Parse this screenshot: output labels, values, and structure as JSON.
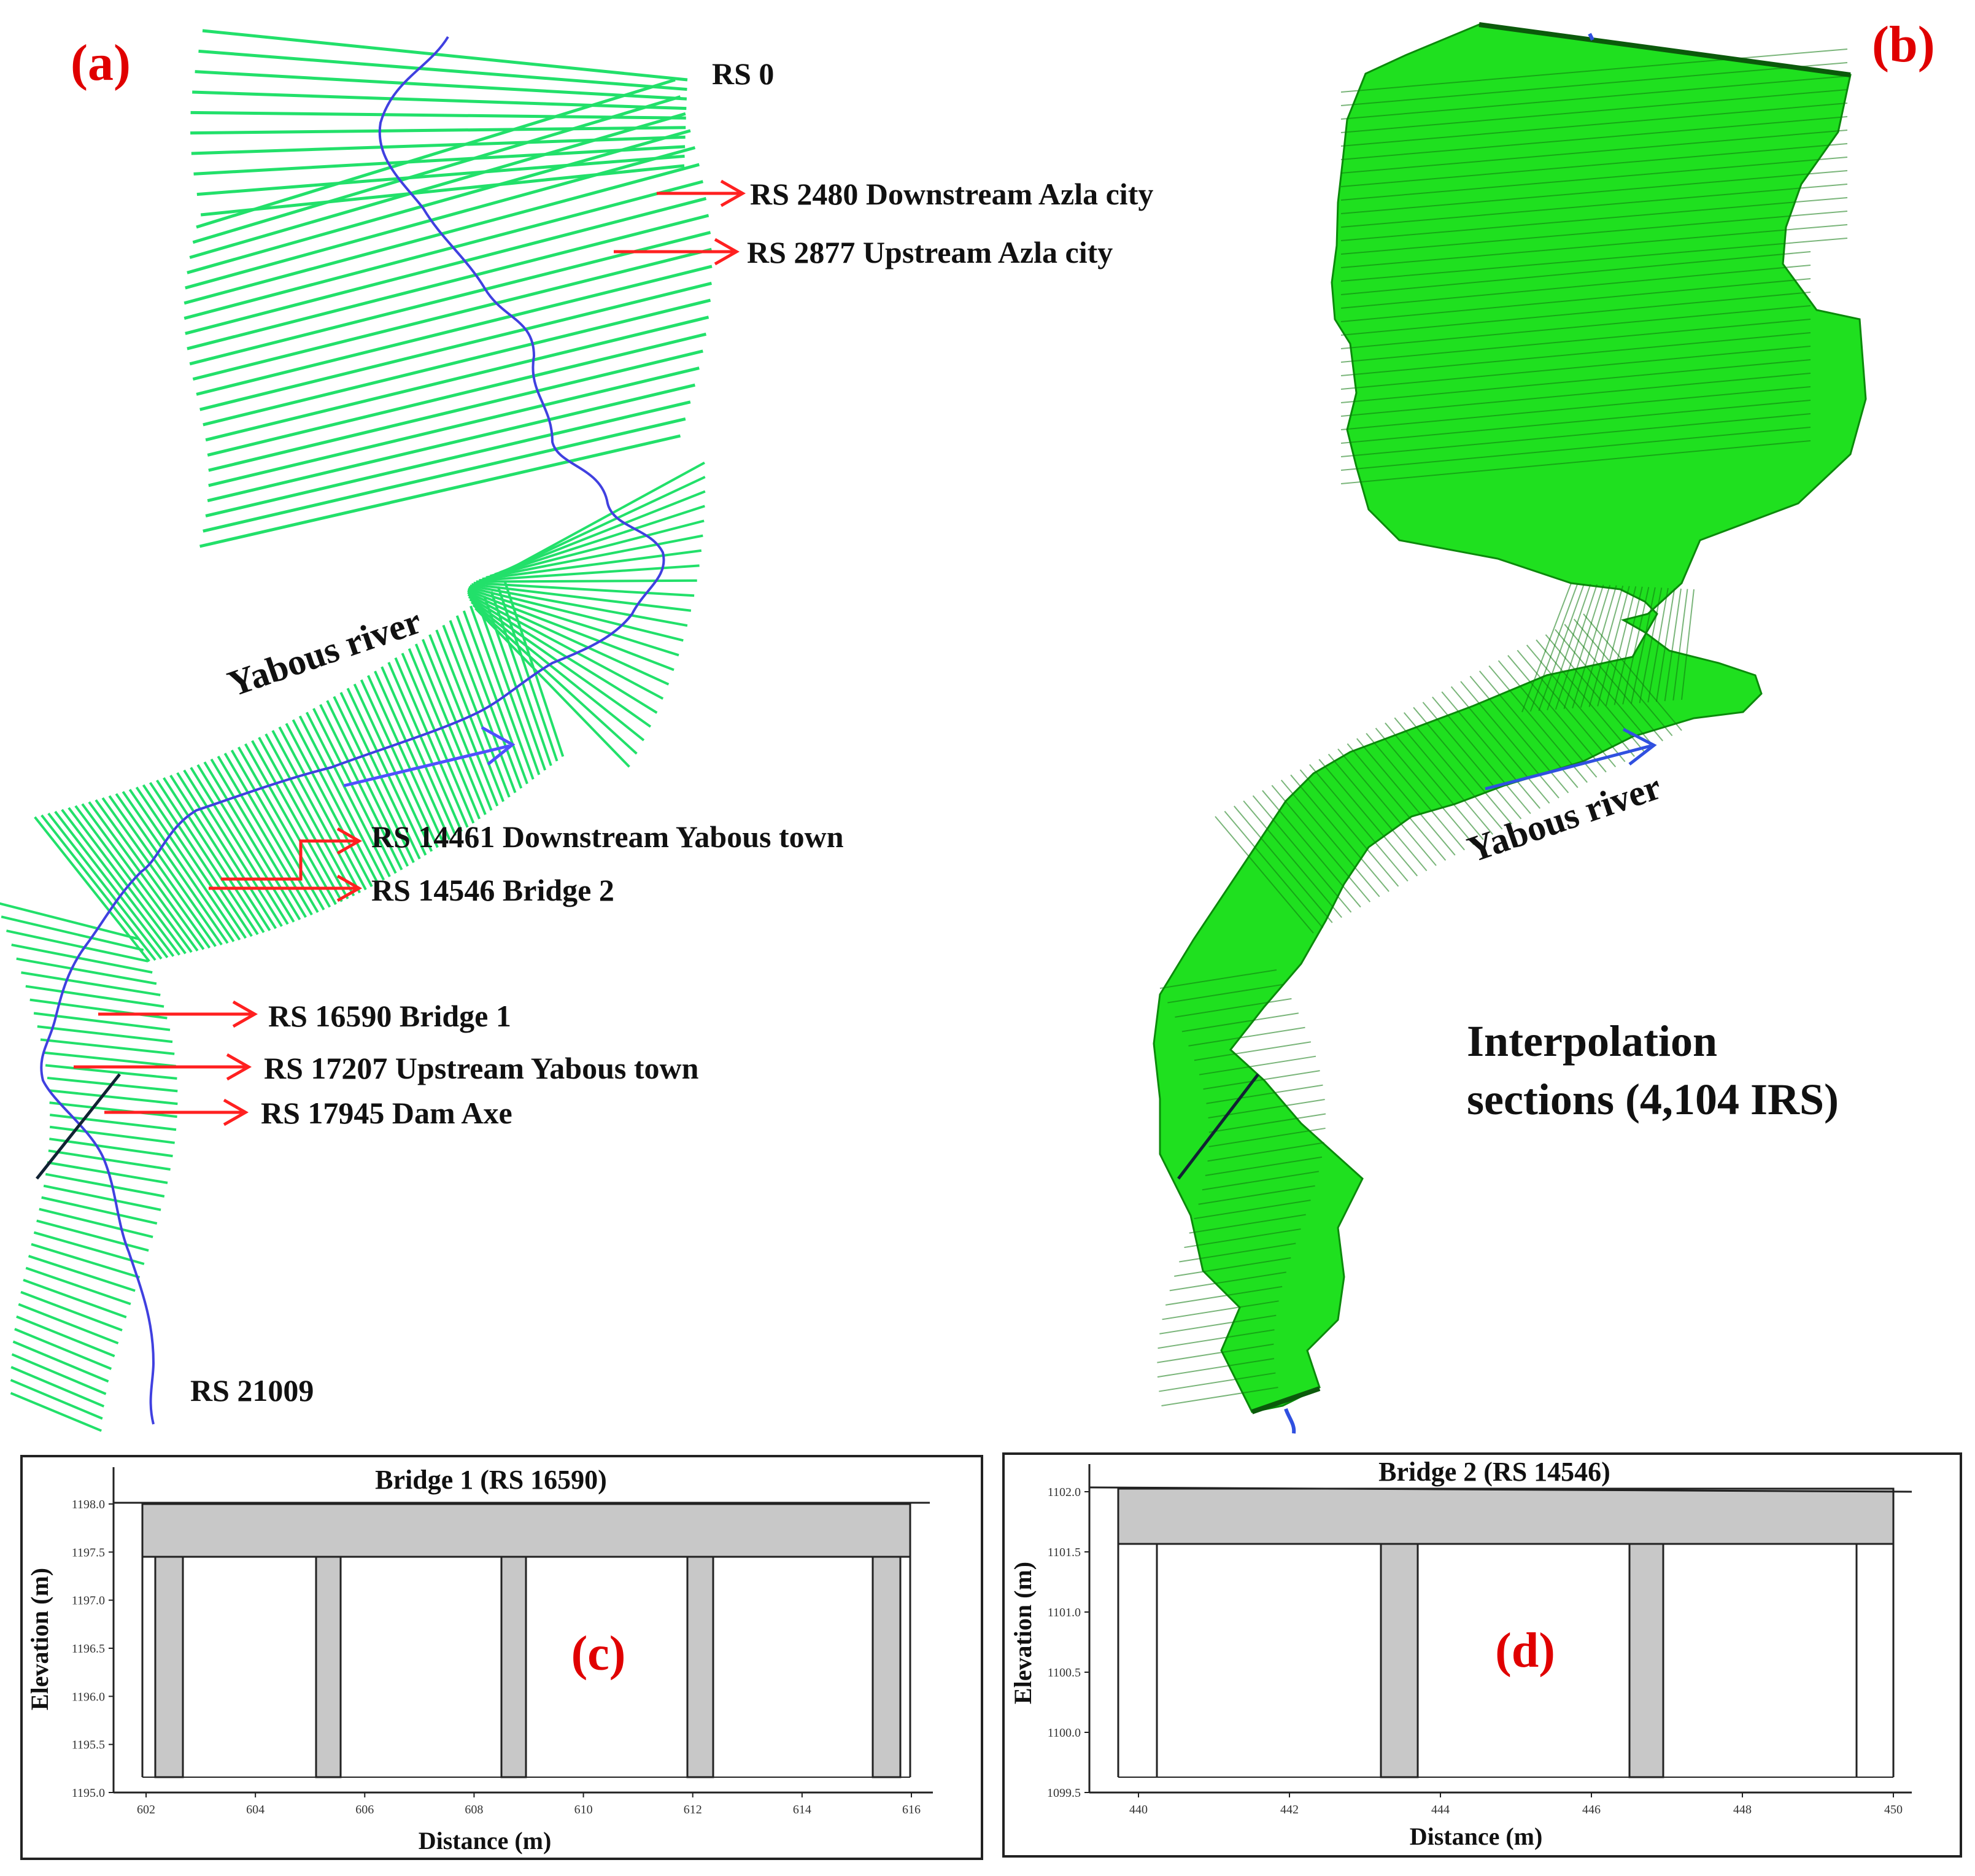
{
  "panel_labels": {
    "a": "(a)",
    "b": "(b)",
    "c": "(c)",
    "d": "(d)"
  },
  "river_name": "Yabous river",
  "panel_a_annotations": {
    "rs0": "RS 0",
    "rs2480": "RS 2480 Downstream Azla city",
    "rs2877": "RS 2877 Upstream Azla city",
    "rs14461": "RS 14461 Downstream Yabous town",
    "rs14546": "RS 14546 Bridge 2",
    "rs16590": "RS 16590 Bridge 1",
    "rs17207": "RS 17207 Upstream Yabous town",
    "rs17945": "RS 17945 Dam Axe",
    "rs21009": "RS 21009"
  },
  "panel_b_caption": {
    "line1": "Interpolation",
    "line2": "sections (4,104 IRS)"
  },
  "bridge1": {
    "title": "Bridge 1 (RS 16590)",
    "xlabel": "Distance (m)",
    "ylabel": "Elevation (m)",
    "yticks": [
      "1198.0",
      "1197.5",
      "1197.0",
      "1196.5",
      "1196.0",
      "1195.5",
      "1195.0"
    ],
    "xticks": [
      "602",
      "604",
      "606",
      "608",
      "610",
      "612",
      "614",
      "616"
    ]
  },
  "bridge2": {
    "title": "Bridge 2 (RS 14546)",
    "xlabel": "Distance (m)",
    "ylabel": "Elevation (m)",
    "yticks": [
      "1102.0",
      "1101.5",
      "1101.0",
      "1100.5",
      "1100.0",
      "1099.5"
    ],
    "xticks": [
      "440",
      "442",
      "444",
      "446",
      "448",
      "450"
    ]
  },
  "colors": {
    "section_green": "#22e06a",
    "river_blue": "#4040e0",
    "fill_green": "#1fe01f",
    "arrow_red": "#ff2020",
    "label_red": "#e00000",
    "deck_gray": "#c8c8c8"
  }
}
